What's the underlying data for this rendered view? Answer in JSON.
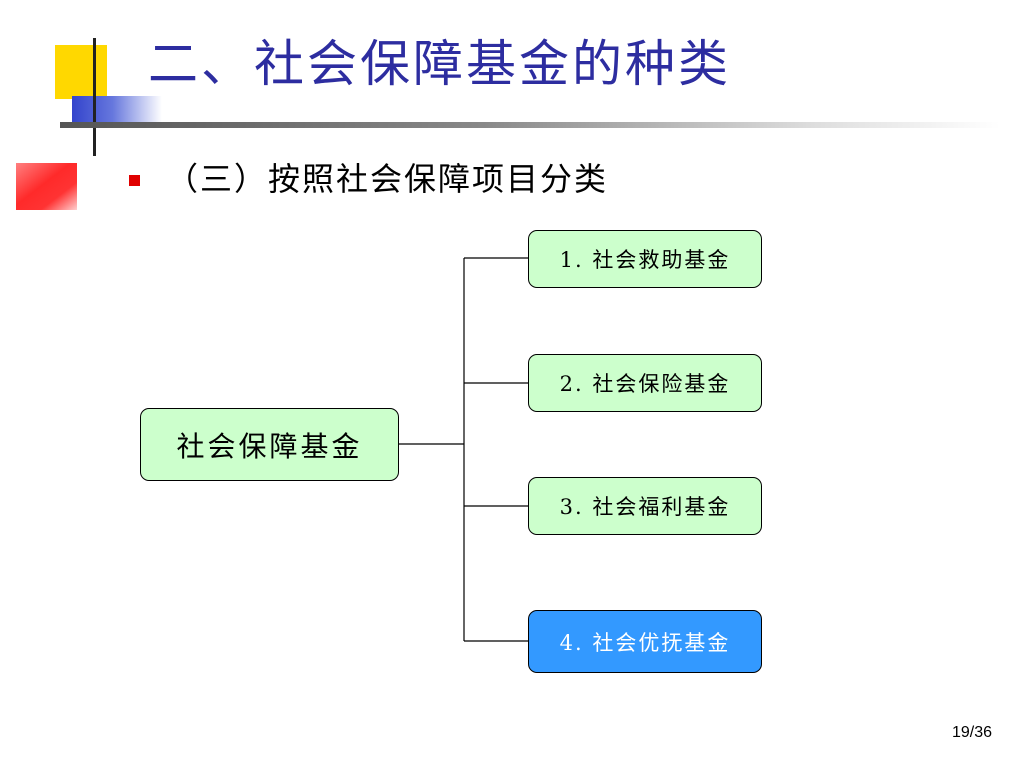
{
  "slide": {
    "title": "二、社会保障基金的种类",
    "bullet": "（三）按照社会保障项目分类",
    "page_number": "19/36"
  },
  "diagram": {
    "type": "tree",
    "root": "社会保障基金",
    "children": [
      {
        "label": "1. 社会救助基金",
        "highlighted": false
      },
      {
        "label": "2. 社会保险基金",
        "highlighted": false
      },
      {
        "label": "3. 社会福利基金",
        "highlighted": false
      },
      {
        "label": "4. 社会优抚基金",
        "highlighted": true
      }
    ]
  },
  "colors": {
    "title": "#2d2da0",
    "bullet": "#e00000",
    "node_fill": "#ccffcc",
    "node_highlight": "#3399ff",
    "deco_yellow": "#ffd800",
    "deco_blue": "#3344cc",
    "deco_red": "#ff2a2a"
  }
}
